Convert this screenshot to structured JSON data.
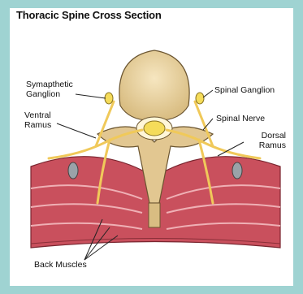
{
  "title": "Thoracic Spine Cross Section",
  "labels": {
    "sympathetic_ganglion_line1": "Symapthetic",
    "sympathetic_ganglion_line2": "Ganglion",
    "ventral_ramus_line1": "Ventral",
    "ventral_ramus_line2": "Ramus",
    "spinal_ganglion": "Spinal Ganglion",
    "spinal_nerve": "Spinal Nerve",
    "dorsal_ramus_line1": "Dorsal",
    "dorsal_ramus_line2": "Ramus",
    "back_muscles": "Back Muscles"
  },
  "colors": {
    "background_border": "#9fd3d2",
    "bone": "#ecd7a8",
    "muscle": "#c8505c",
    "nerve": "#f2cf6a",
    "spinal_cord": "#f6e27a"
  }
}
